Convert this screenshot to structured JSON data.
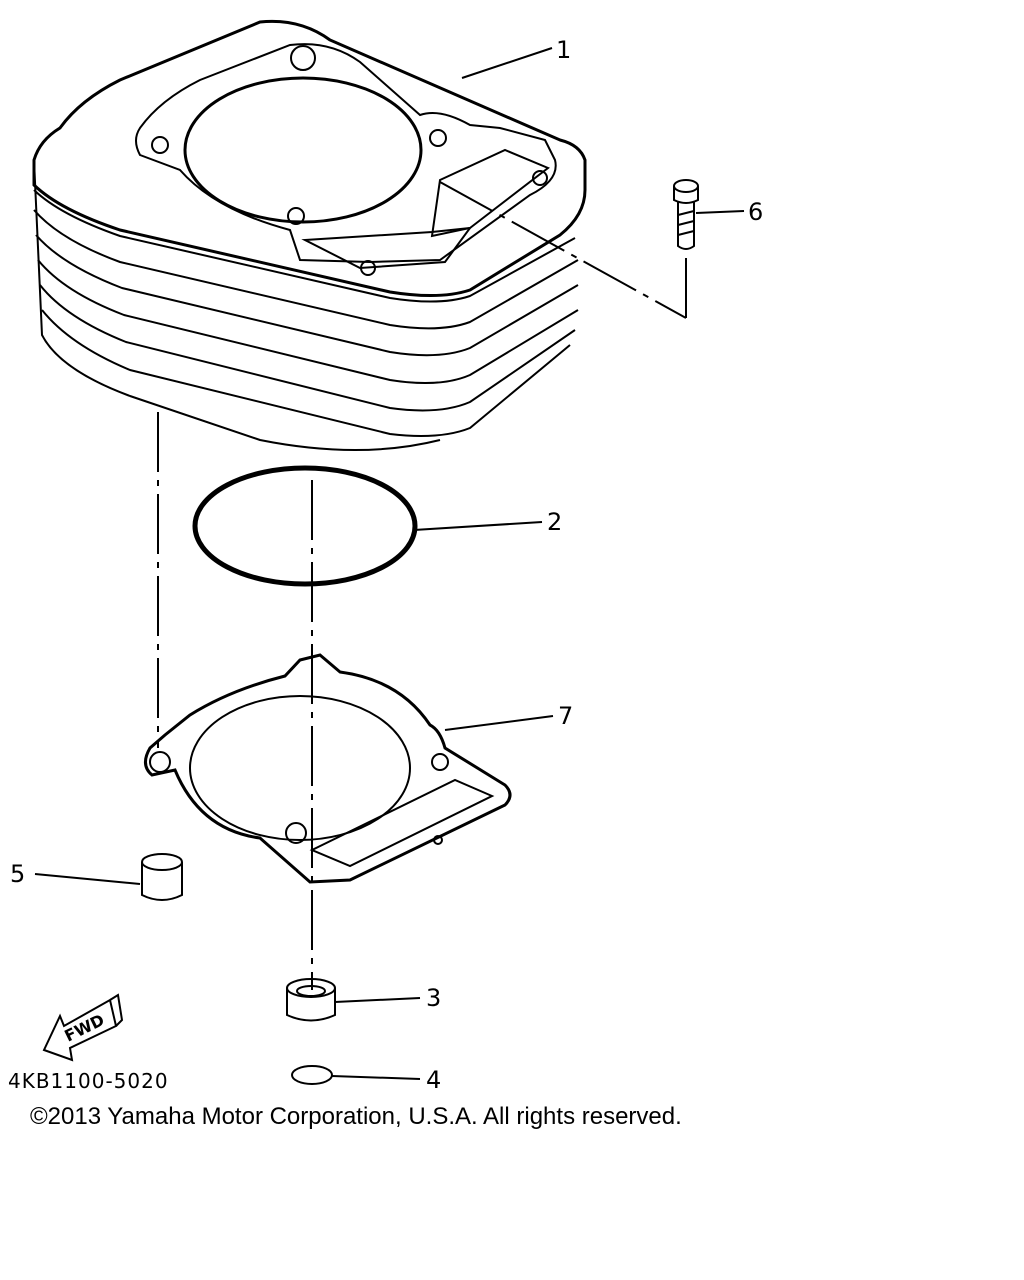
{
  "callouts": {
    "c1": "1",
    "c2": "2",
    "c3": "3",
    "c4": "4",
    "c5": "5",
    "c6": "6",
    "c7": "7"
  },
  "fwd_label": "FWD",
  "diagram_code": "4KB1100-5020",
  "copyright": "©2013 Yamaha Motor Corporation, U.S.A. All rights reserved."
}
